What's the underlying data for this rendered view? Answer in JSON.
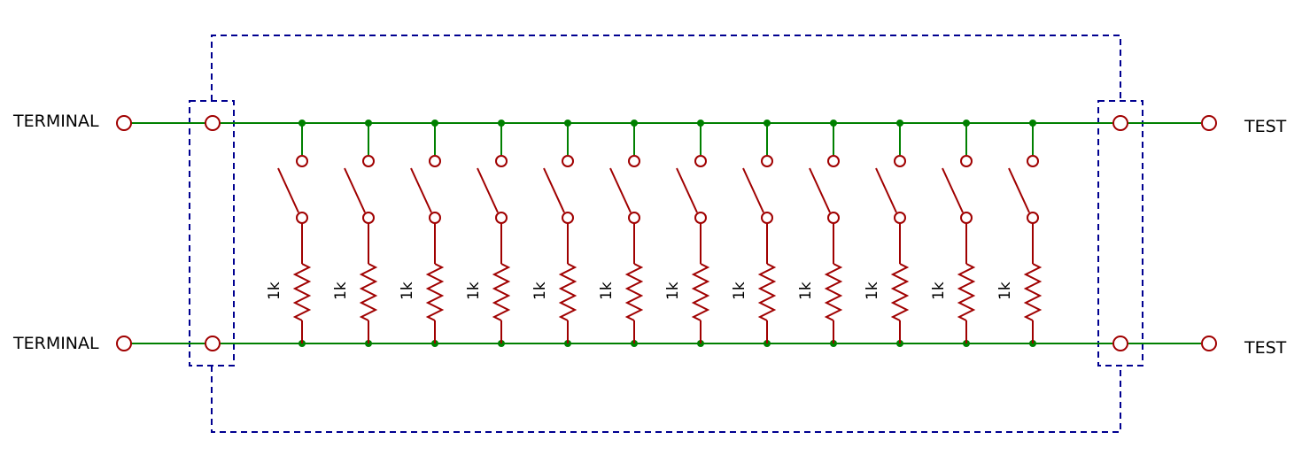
{
  "labels": {
    "terminal_top": "TERMINAL",
    "terminal_bottom": "TERMINAL",
    "test_top": "TEST",
    "test_bottom": "TEST"
  },
  "branches": [
    {
      "resistor": "1k"
    },
    {
      "resistor": "1k"
    },
    {
      "resistor": "1k"
    },
    {
      "resistor": "1k"
    },
    {
      "resistor": "1k"
    },
    {
      "resistor": "1k"
    },
    {
      "resistor": "1k"
    },
    {
      "resistor": "1k"
    },
    {
      "resistor": "1k"
    },
    {
      "resistor": "1k"
    },
    {
      "resistor": "1k"
    },
    {
      "resistor": "1k"
    }
  ],
  "colors": {
    "wire": "#008000",
    "component": "#a00000",
    "enclosure": "#000090",
    "text": "#000000"
  }
}
